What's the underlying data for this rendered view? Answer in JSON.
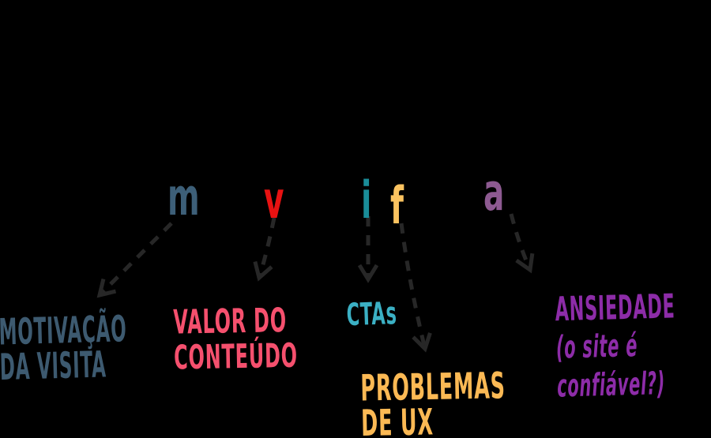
{
  "canvas": {
    "background": "#000000"
  },
  "acronym": {
    "letters": [
      {
        "char": "m",
        "color": "#3d5f78"
      },
      {
        "char": "v",
        "color": "#e81212"
      },
      {
        "char": "i",
        "color": "#1a8d99"
      },
      {
        "char": "f",
        "color": "#fbc360"
      },
      {
        "char": "a",
        "color": "#8d5a91"
      }
    ]
  },
  "labels": [
    {
      "id": "motivacao-da-visita",
      "lines": [
        "MOTIVAÇÃO",
        "DA VISITA"
      ],
      "color": "#3d5a70"
    },
    {
      "id": "valor-do-conteudo",
      "lines": [
        "VALOR DO",
        "CONTEÚDO"
      ],
      "color": "#f5506e"
    },
    {
      "id": "ctas",
      "lines": [
        "CTAs"
      ],
      "color": "#3bb0c4"
    },
    {
      "id": "problemas-de-ux",
      "lines": [
        "PROBLEMAS",
        "DE UX"
      ],
      "color": "#fbb954"
    },
    {
      "id": "ansiedade",
      "lines": [
        "ANSIEDADE",
        "(o site é",
        "confiável?)"
      ],
      "color": "#8d2ca8"
    }
  ],
  "arrows": {
    "color": "#272727",
    "links": [
      {
        "from": "m",
        "to": "motivacao-da-visita"
      },
      {
        "from": "v",
        "to": "valor-do-conteudo"
      },
      {
        "from": "i",
        "to": "ctas"
      },
      {
        "from": "f",
        "to": "problemas-de-ux"
      },
      {
        "from": "a",
        "to": "ansiedade"
      }
    ]
  }
}
